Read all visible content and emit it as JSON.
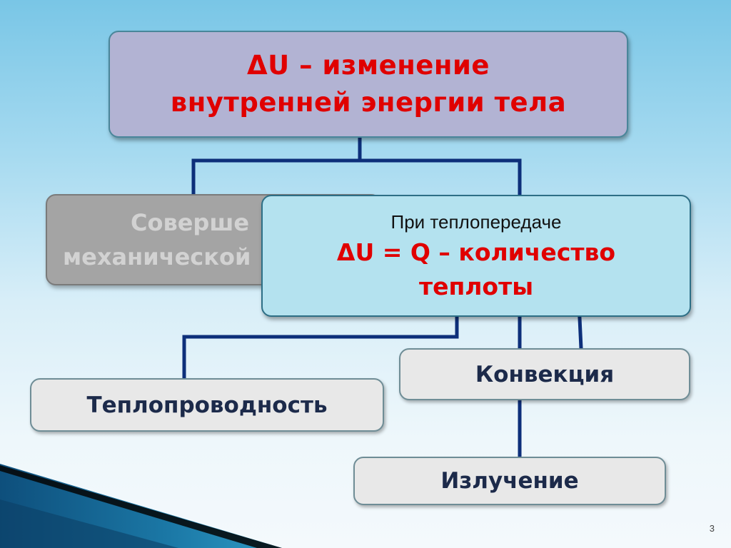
{
  "diagram": {
    "root": {
      "lines": [
        "ΔU – изменение",
        "внутренней энергии тела"
      ]
    },
    "work_branch": {
      "lines": [
        "Соверше",
        "механической"
      ]
    },
    "heat_branch": {
      "subtitle": "При теплопередаче",
      "formula_lines": [
        "ΔU = Q – количество",
        "теплоты"
      ]
    },
    "modes": {
      "conduction": "Теплопроводность",
      "convection": "Конвекция",
      "radiation": "Излучение"
    },
    "connector_color": "#0d2f7a"
  },
  "slide": {
    "page_number": "3"
  }
}
